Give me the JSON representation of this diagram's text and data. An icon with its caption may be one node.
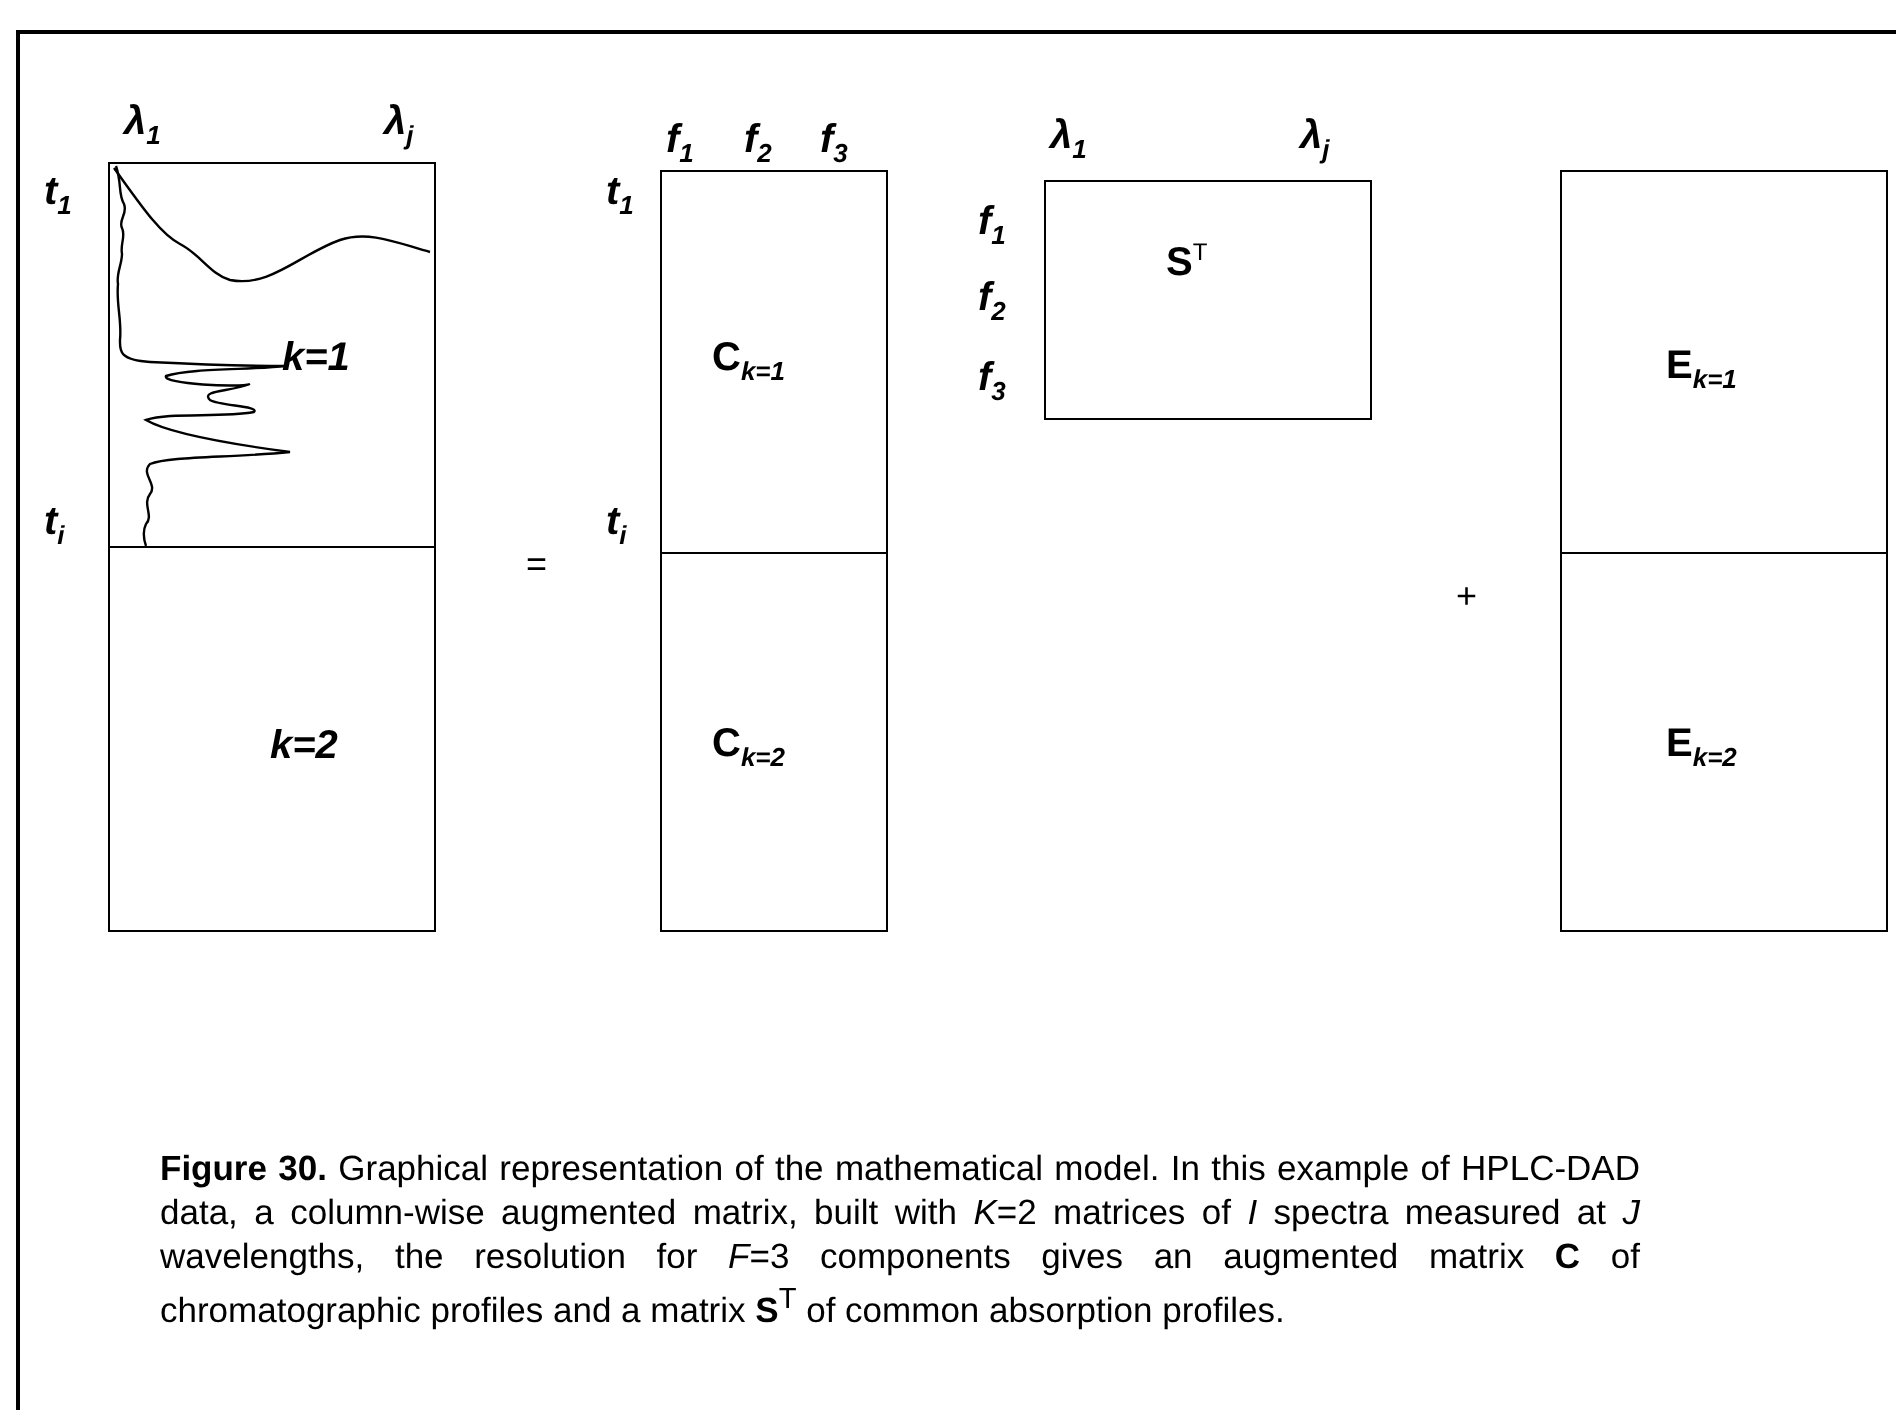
{
  "diagram": {
    "caption": "**Figure 30.** Graphical representation of the mathematical model. In this example of HPLC-DAD data, a column-wise augmented matrix, built with *K*=2 matrices of *I* spectra measured at *J* wavelengths, the resolution for *F*=3 components gives an augmented matrix **C** of chromatographic profiles and a matrix **S**$^{T}$ of common absorption profiles.",
    "nodes": [
      {
        "text": [
          "k=1"
        ]
      },
      {
        "text": [
          "k=2"
        ]
      },
      {
        "text": [
          "C$_{k=1}$"
        ]
      },
      {
        "text": [
          "C$_{k=2}$"
        ]
      },
      {
        "text": [
          "S$^{T}$"
        ]
      },
      {
        "text": [
          "E$_{k=1}$"
        ]
      },
      {
        "text": [
          "E$_{k=2}$"
        ]
      }
    ],
    "labels": [
      "λ$_{1}$",
      "λ$_{j}$",
      "t$_{1}$",
      "t$_{i}$",
      "=",
      "f$_{1}$",
      "f$_{2}$",
      "f$_{3}$",
      "t$_{1}$",
      "t$_{i}$",
      "λ$_{1}$",
      "λ$_{j}$",
      "f$_{1}$",
      "f$_{2}$",
      "f$_{3}$",
      "+"
    ]
  }
}
